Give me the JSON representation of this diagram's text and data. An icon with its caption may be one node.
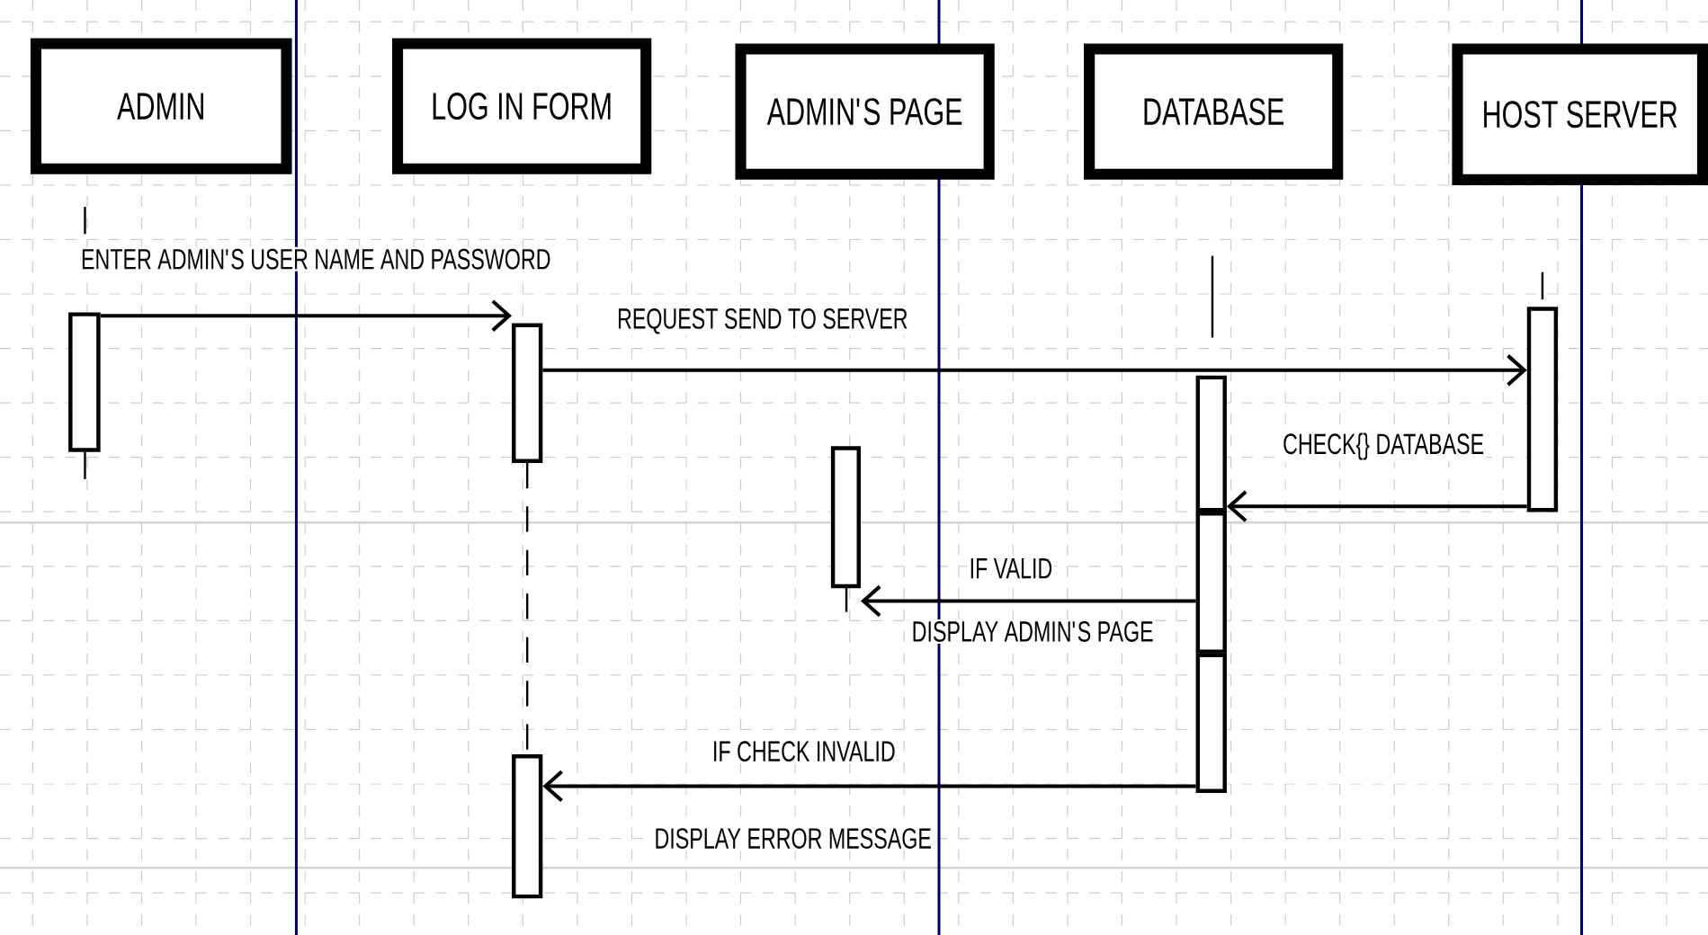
{
  "diagram": {
    "nodes": [
      {
        "text": [
          "ADMIN"
        ]
      },
      {
        "text": [
          "LOG IN FORM"
        ]
      },
      {
        "text": [
          "ADMIN'S PAGE"
        ]
      },
      {
        "text": [
          "DATABASE"
        ]
      },
      {
        "text": [
          "HOST SERVER"
        ]
      },
      {
        "text": [],
        "shape": "bar"
      },
      {
        "text": [],
        "shape": "bar"
      },
      {
        "text": [],
        "shape": "bar"
      },
      {
        "text": [],
        "shape": "bar"
      },
      {
        "text": [],
        "shape": "bar"
      },
      {
        "text": [],
        "shape": "bar"
      },
      {
        "text": [],
        "shape": "bar"
      },
      {
        "text": [],
        "shape": "bar"
      }
    ],
    "edges": [
      {
        "from": 5,
        "to": 6,
        "arrow": "to",
        "label": "ENTER ADMIN'S USER NAME AND PASSWORD"
      },
      {
        "from": 6,
        "to": 12,
        "arrow": "to",
        "label": "REQUEST SEND TO SERVER"
      },
      {
        "from": 12,
        "to": 8,
        "arrow": "to",
        "label": "CHECK{} DATABASE"
      },
      {
        "from": 9,
        "to": 7,
        "arrow": "to",
        "label": "IF VALID"
      },
      {
        "from": 10,
        "to": 11,
        "arrow": "to",
        "label": "IF CHECK INVALID"
      },
      {
        "from": 6,
        "to": 11,
        "arrow": "none",
        "style": "dashed"
      }
    ],
    "labels": [
      "DISPLAY ADMIN'S PAGE",
      "DISPLAY ERROR MESSAGE"
    ]
  }
}
